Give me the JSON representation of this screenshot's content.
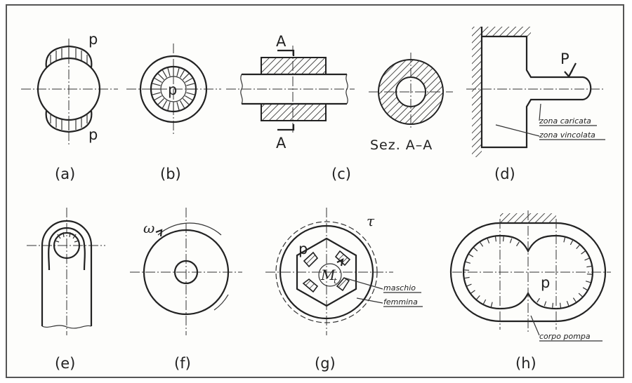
{
  "captions": {
    "a": "(a)",
    "b": "(b)",
    "c": "(c)",
    "d": "(d)",
    "e": "(e)",
    "f": "(f)",
    "g": "(g)",
    "h": "(h)"
  },
  "labels": {
    "a_p_top": "p",
    "a_p_bottom": "p",
    "b_p": "p",
    "c_A_top": "A",
    "c_A_bottom": "A",
    "c_section": "Sez. A–A",
    "d_P": "P",
    "d_zona_caricata": "zona caricata",
    "d_zona_vincolata": "zona vincolata",
    "f_omega": "ω",
    "g_tau": "τ",
    "g_p": "p",
    "g_Mt": "M",
    "g_Mt_sub": "t",
    "g_maschio": "maschio",
    "g_femmina": "femmina",
    "h_p": "p",
    "h_corpo_pompa": "corpo pompa"
  },
  "colors": {
    "ink": "#222222",
    "paper": "#fdfdfb",
    "frame": "#555555"
  }
}
